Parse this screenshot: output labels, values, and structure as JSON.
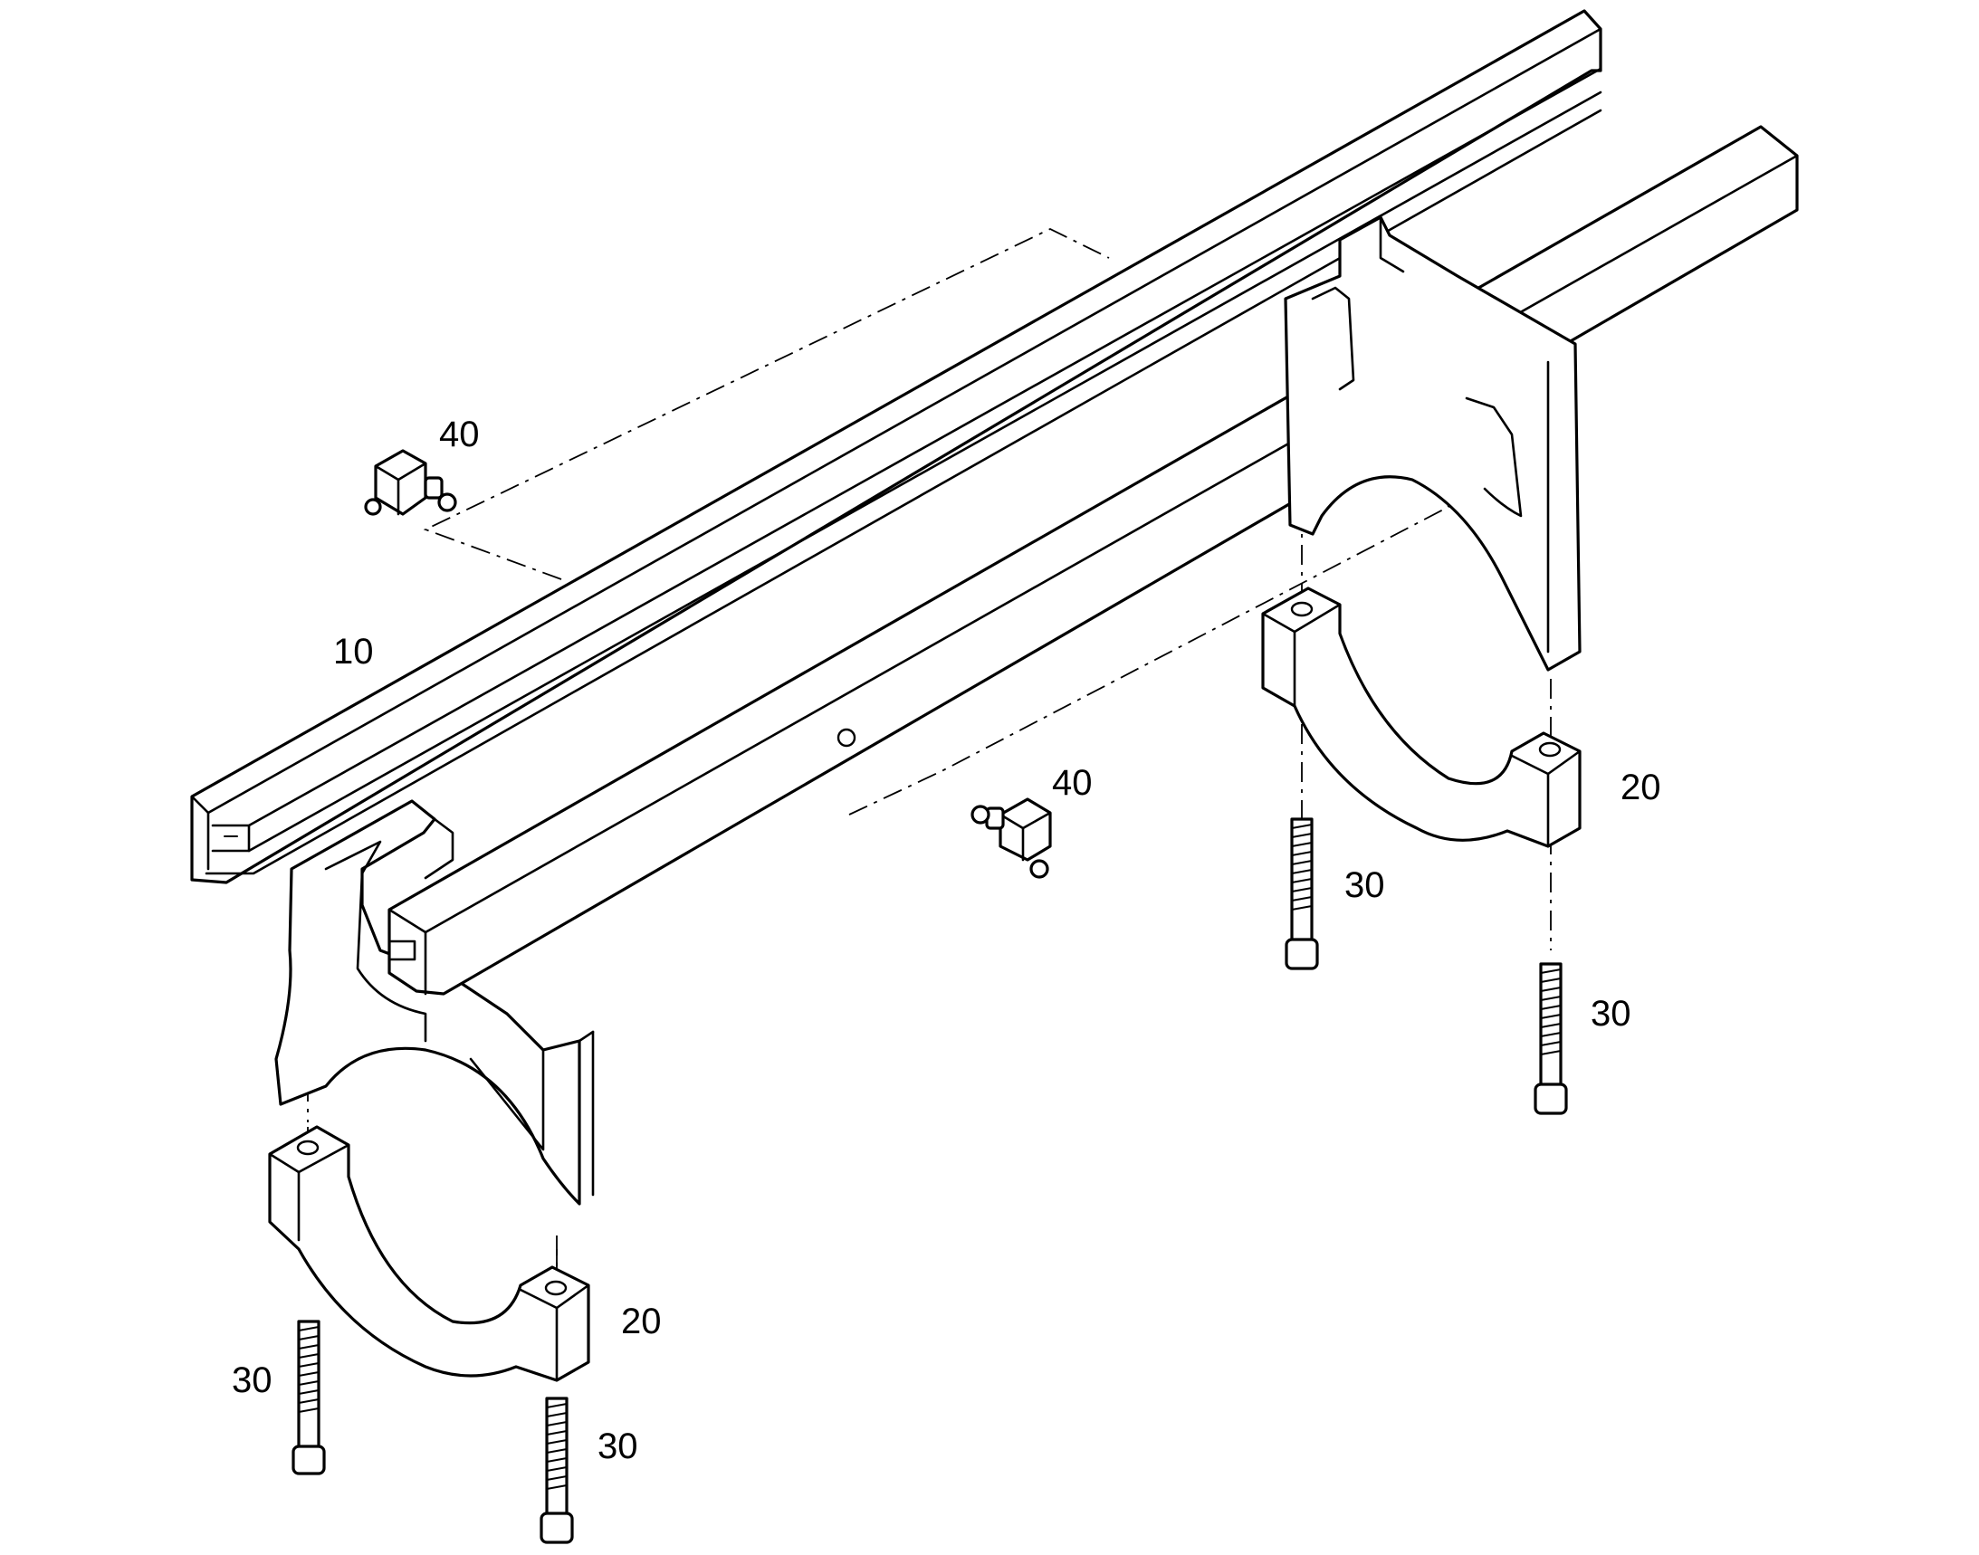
{
  "callouts": [
    {
      "key": "c10",
      "label": "10"
    },
    {
      "key": "c20a",
      "label": "20"
    },
    {
      "key": "c20b",
      "label": "20"
    },
    {
      "key": "c30a",
      "label": "30"
    },
    {
      "key": "c30b",
      "label": "30"
    },
    {
      "key": "c30c",
      "label": "30"
    },
    {
      "key": "c30d",
      "label": "30"
    },
    {
      "key": "c40a",
      "label": "40"
    },
    {
      "key": "c40b",
      "label": "40"
    }
  ]
}
